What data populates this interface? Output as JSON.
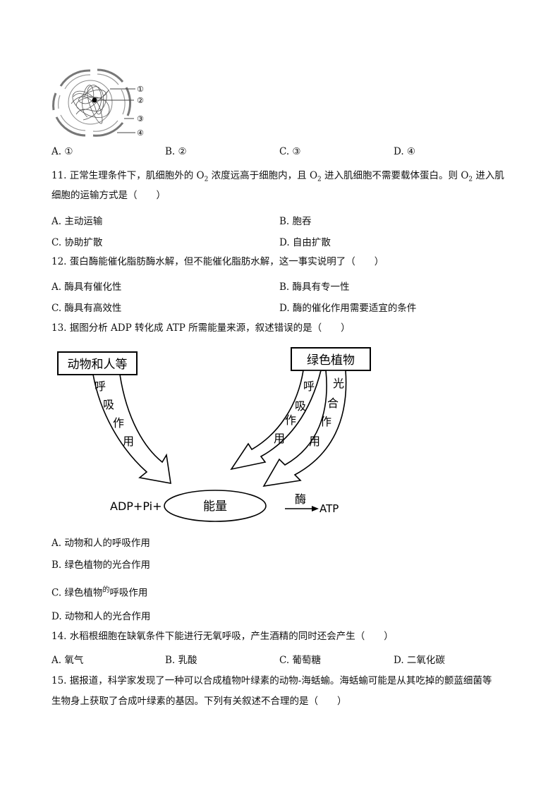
{
  "q10": {
    "labels": [
      "①",
      "②",
      "③",
      "④"
    ],
    "options": [
      "A. ①",
      "B. ②",
      "C. ③",
      "D. ④"
    ]
  },
  "q11": {
    "line1_a": "11. 正常生理条件下，肌细胞外的 O",
    "sub": "2",
    "line1_b": " 浓度远高于细胞内，且 O",
    "line1_c": " 进入肌细胞不需要载体蛋白。则 O",
    "line1_d": " 进入肌",
    "line2": "细胞的运输方式是（　　）",
    "options": [
      "A. 主动运输",
      "B. 胞吞",
      "C. 协助扩散",
      "D. 自由扩散"
    ]
  },
  "q12": {
    "stem": "12. 蛋白酶能催化脂肪酶水解，但不能催化脂肪水解，这一事实说明了（　　）",
    "options": [
      "A. 酶具有催化性",
      "B. 酶具有专一性",
      "C. 酶具有高效性",
      "D. 酶的催化作用需要适宜的条件"
    ]
  },
  "q13": {
    "stem": "13. 据图分析 ADP 转化成 ATP 所需能量来源，叙述错误的是（　　）",
    "diagram": {
      "box_left": "动物和人等",
      "box_right": "绿色植物",
      "arrow_left_label": [
        "呼",
        "吸",
        "作",
        "用"
      ],
      "arrow_mid_label": [
        "呼",
        "吸",
        "作",
        "用"
      ],
      "arrow_right_label": [
        "光",
        "合",
        "作",
        "用"
      ],
      "adp": "ADP+Pi+",
      "energy": "能量",
      "enzyme": "酶",
      "atp": "ATP"
    },
    "option_a": "A. 动物和人的呼吸作用",
    "option_b": "B. 绿色植物的光合作用",
    "option_c_pre": "C. 绿色植物",
    "option_c_sup": "的",
    "option_c_post": "呼吸作用",
    "option_d": "D. 动物和人的光合作用"
  },
  "q14": {
    "stem": "14. 水稻根细胞在缺氧条件下能进行无氧呼吸，产生酒精的同时还会产生（　　）",
    "options": [
      "A. 氧气",
      "B. 乳酸",
      "C. 葡萄糖",
      "D. 二氧化碳"
    ]
  },
  "q15": {
    "line1": "15. 据报道，科学家发现了一种可以合成植物叶绿素的动物-海蛞蝓。海蛞蝓可能是从其吃掉的颤蓝细菌等",
    "line2": "生物身上获取了合成叶绿素的基因。下列有关叙述不合理的是（　　）"
  }
}
